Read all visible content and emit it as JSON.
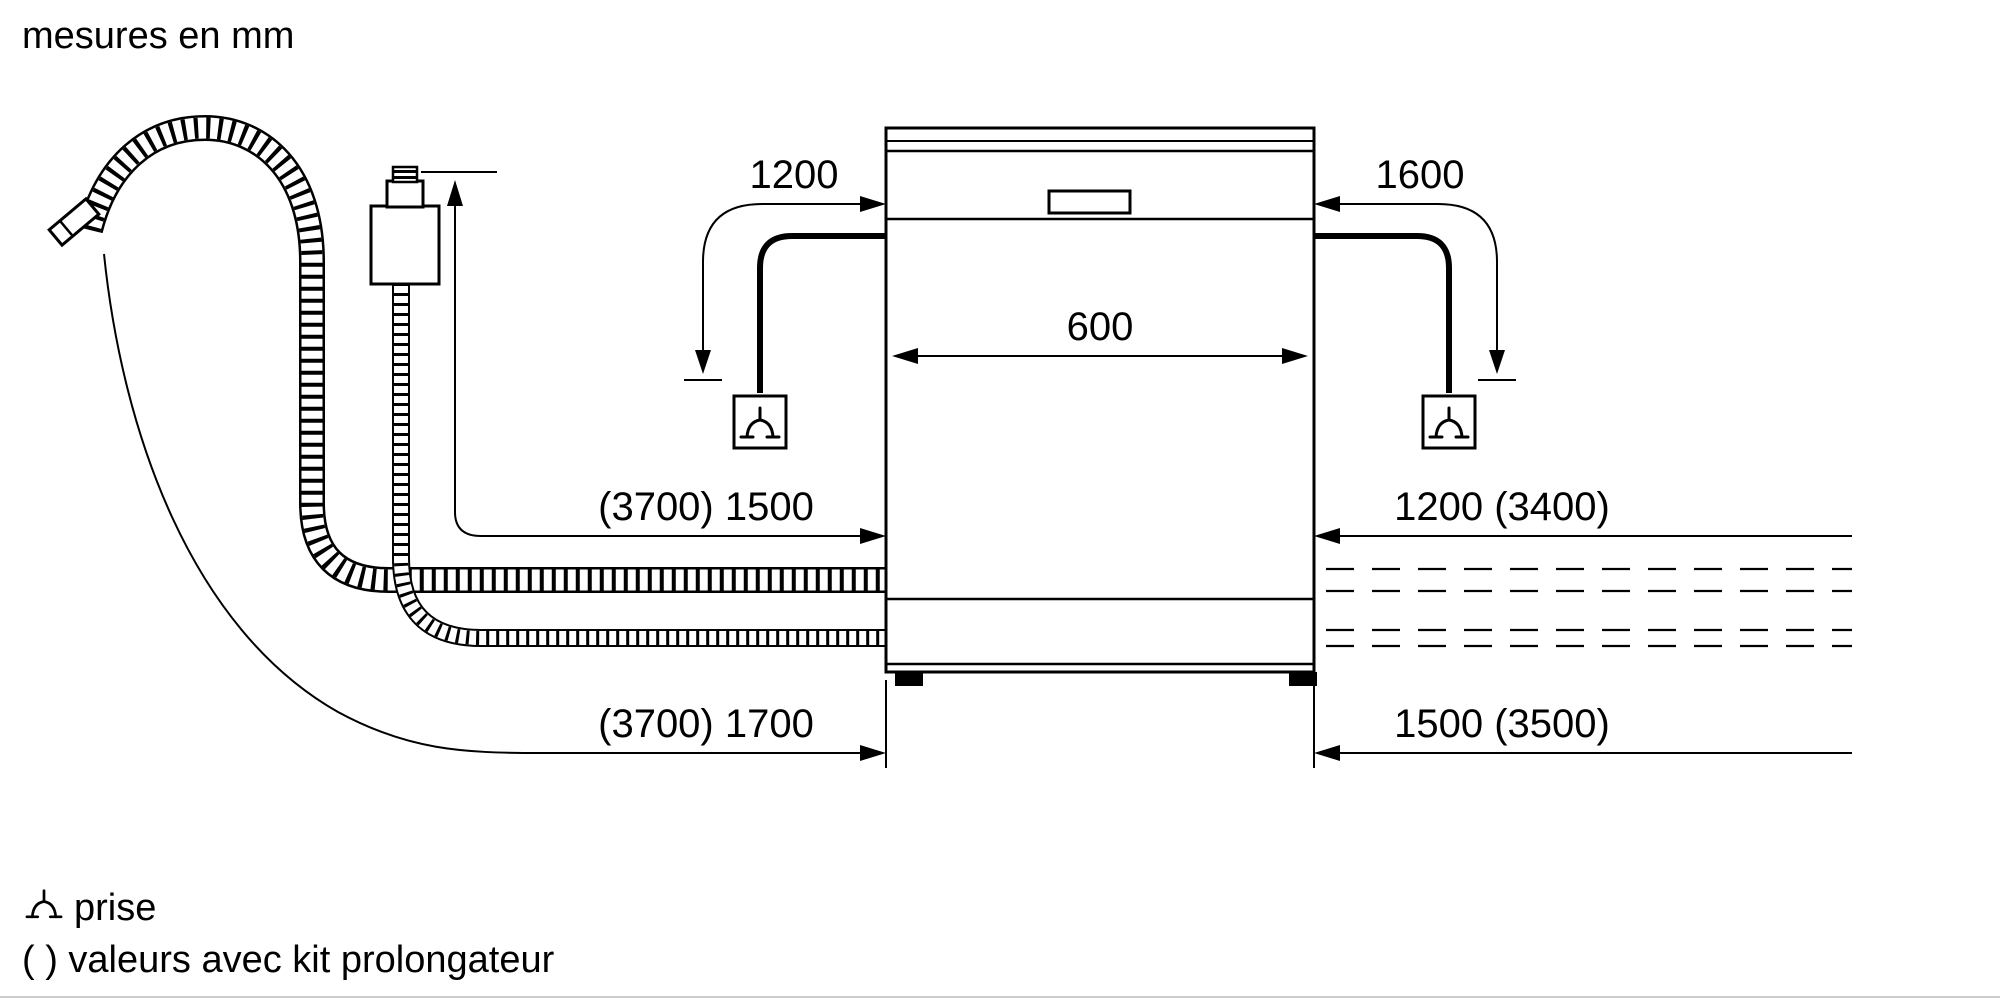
{
  "title": "mesures en mm",
  "dimensions": {
    "top_left": "1200",
    "top_right": "1600",
    "width": "600",
    "mid_left": "(3700) 1500",
    "mid_right": "1200 (3400)",
    "bottom_left": "(3700) 1700",
    "bottom_right": "1500 (3500)"
  },
  "legend": {
    "socket": "prise",
    "note": "( ) valeurs avec kit prolongateur"
  },
  "icons": {
    "socket": "socket-icon"
  },
  "colors": {
    "line": "#000000",
    "background": "#ffffff"
  }
}
